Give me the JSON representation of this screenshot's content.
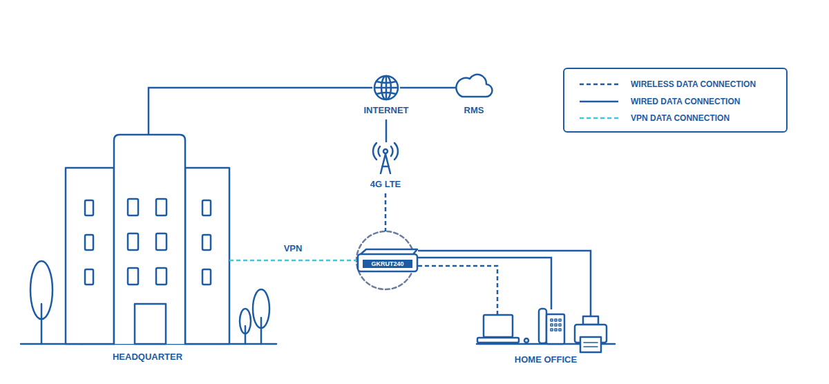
{
  "diagram": {
    "nodes": [
      {
        "text": [
          "HEADQUARTER"
        ]
      },
      {
        "text": [
          "INTERNET"
        ]
      },
      {
        "text": [
          "RMS"
        ]
      },
      {
        "text": [
          "4G LTE"
        ]
      },
      {
        "text": [
          "GKRUT240"
        ]
      },
      {
        "text": [
          "HOME OFFICE"
        ]
      }
    ],
    "edges": [
      {
        "from": 0,
        "to": 1,
        "arrow": "none"
      },
      {
        "from": 1,
        "to": 2,
        "arrow": "none"
      },
      {
        "from": 1,
        "to": 3,
        "arrow": "none"
      },
      {
        "from": 3,
        "to": 4,
        "arrow": "none"
      },
      {
        "from": 0,
        "to": 4,
        "label": "VPN",
        "arrow": "none"
      },
      {
        "from": 4,
        "to": 5,
        "arrow": "none"
      },
      {
        "from": 4,
        "to": 5,
        "arrow": "none"
      },
      {
        "from": 4,
        "to": 5,
        "arrow": "none"
      }
    ],
    "legend": [
      {
        "text": "WIRELESS DATA CONNECTION"
      },
      {
        "text": "WIRED DATA CONNECTION"
      },
      {
        "text": "VPN DATA CONNECTION"
      }
    ]
  }
}
